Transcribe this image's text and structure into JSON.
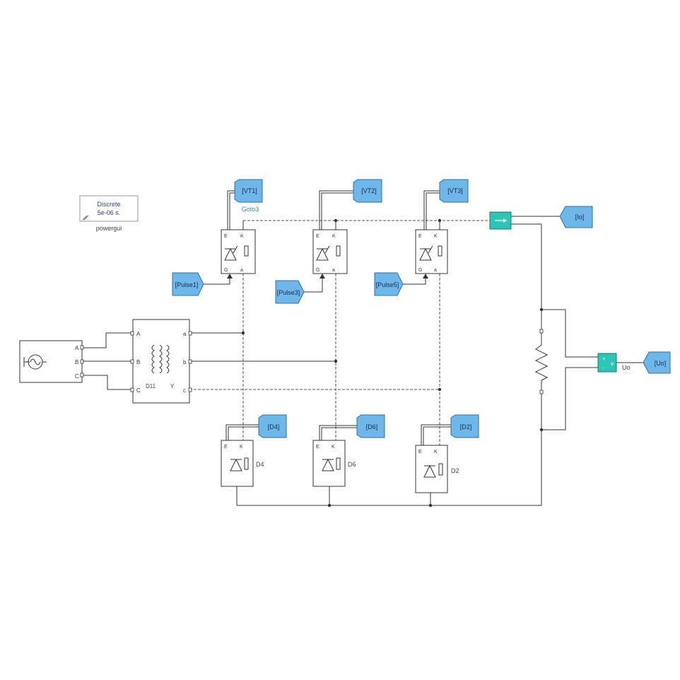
{
  "powergui": {
    "line1": "Discrete",
    "line2": "5e-06 s.",
    "name": "powergui"
  },
  "source": {
    "ports": [
      "A",
      "B",
      "C"
    ]
  },
  "transformer": {
    "primary_ports": [
      "A",
      "B",
      "C"
    ],
    "secondary_ports": [
      "a",
      "b",
      "c"
    ],
    "name": "D11",
    "winding": "Y"
  },
  "thyristors": [
    {
      "goto": "[VT1]",
      "pulse": "[Pulse1]",
      "sublabel": "Goto3"
    },
    {
      "goto": "[VT2]",
      "pulse": "[Pulse3]"
    },
    {
      "goto": "[VT3]",
      "pulse": "[Pulse5]"
    }
  ],
  "diodes": [
    {
      "goto": "[D4]",
      "name": "D4"
    },
    {
      "goto": "[D6]",
      "name": "D6"
    },
    {
      "goto": "[D2]",
      "name": "D2"
    }
  ],
  "current_meas": {
    "goto": "[Io]"
  },
  "voltage_meas": {
    "goto": "[Uo]",
    "name": "Uo"
  },
  "switch_ports": {
    "e": "E",
    "k": "K",
    "g": "G",
    "a": "a"
  },
  "colors": {
    "goto_fill": "#6fb6ea",
    "measurement_fill": "#2ec4b6",
    "goto_sublabel": "#2f8f8a",
    "powergui_text": "#2a3f9a"
  }
}
